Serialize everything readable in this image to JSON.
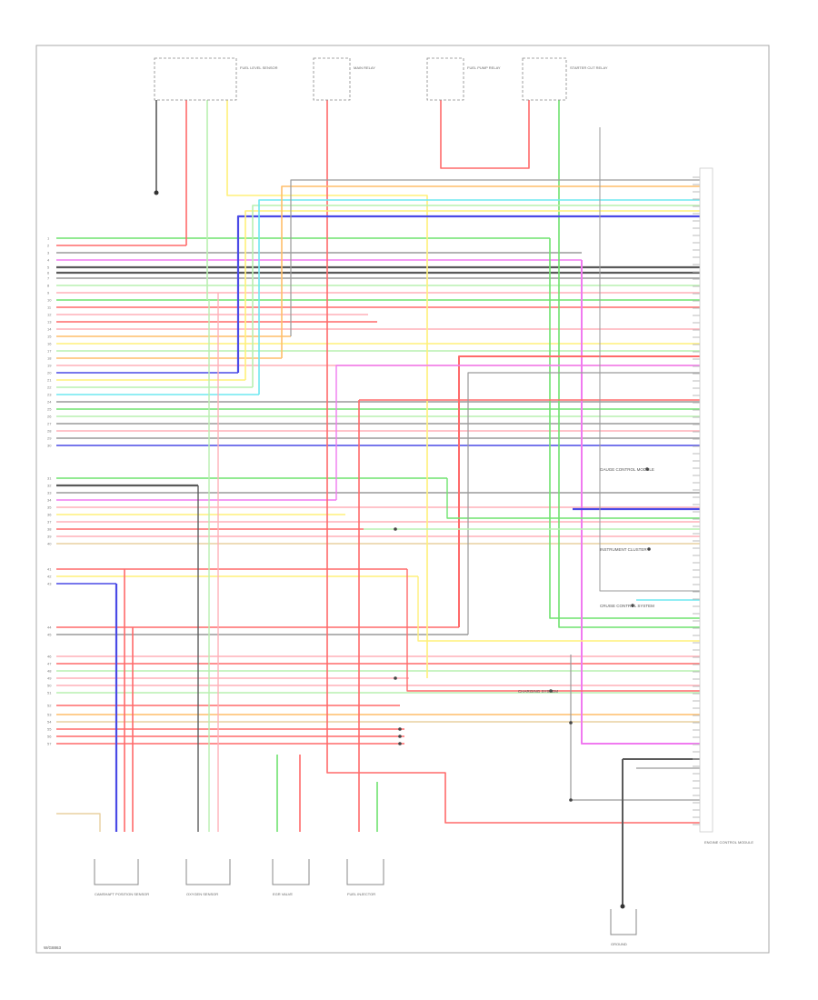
{
  "figure_code": "W/G8863",
  "colors": {
    "green": "#6fe36f",
    "light_green": "#b9f0b0",
    "red": "#ff6a6a",
    "pink": "#ffb0b8",
    "yellow": "#fff07a",
    "blue": "#4a4ae6",
    "cyan": "#6fe8f0",
    "gray": "#9a9a9a",
    "dark_gray": "#5a5a5a",
    "magenta": "#f07af0",
    "orange": "#ffbe6a",
    "tan": "#e8d0a0",
    "frame": "#aaaaaa",
    "text": "#777777"
  },
  "top_components": [
    {
      "name": "FUEL LEVEL SENSOR"
    },
    {
      "name": "MAIN RELAY"
    },
    {
      "name": "FUEL PUMP RELAY"
    },
    {
      "name": "STARTER CUT RELAY"
    }
  ],
  "bottom_components": [
    {
      "name": "CAMSHAFT POSITION SENSOR"
    },
    {
      "name": "OXYGEN SENSOR"
    },
    {
      "name": "EGR VALVE"
    },
    {
      "name": "FUEL INJECTOR"
    },
    {
      "name": "GROUND"
    }
  ],
  "ecm_label": "ENGINE CONTROL MODULE",
  "inline_labels": [
    {
      "name": "GAUGE CONTROL MODULE"
    },
    {
      "name": "INSTRUMENT CLUSTER"
    },
    {
      "name": "CRUISE CONTROL SYSTEM"
    },
    {
      "name": "CHARGING SYSTEM"
    }
  ]
}
